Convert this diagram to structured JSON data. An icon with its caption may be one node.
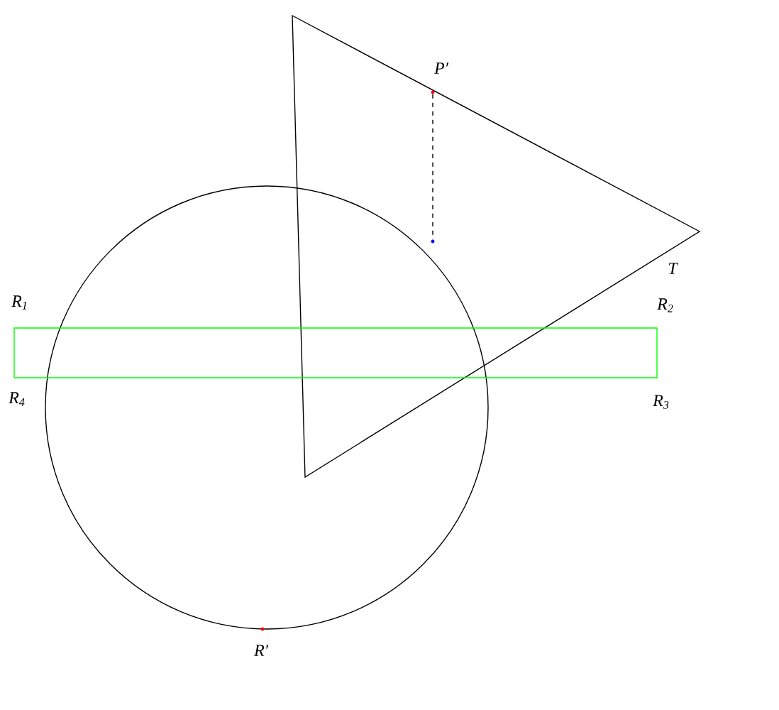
{
  "diagram": {
    "nodes": [
      {
        "text": [],
        "shape": "triangle",
        "beside": [
          "T"
        ]
      },
      {
        "text": [],
        "shape": "circle"
      },
      {
        "text": [],
        "shape": "box"
      },
      {
        "text": [],
        "shape": "dot",
        "in": 0
      },
      {
        "text": [],
        "shape": "dot",
        "in": 0
      },
      {
        "text": [],
        "shape": "dot",
        "beside": [
          "R′"
        ]
      }
    ],
    "edges": [
      {
        "from": 3,
        "to": 4,
        "arrow": "none",
        "style": "dashed"
      }
    ],
    "labels": [
      "P′",
      "R$_{1}$",
      "R$_{2}$",
      "R$_{4}$",
      "R$_{3}$"
    ]
  }
}
